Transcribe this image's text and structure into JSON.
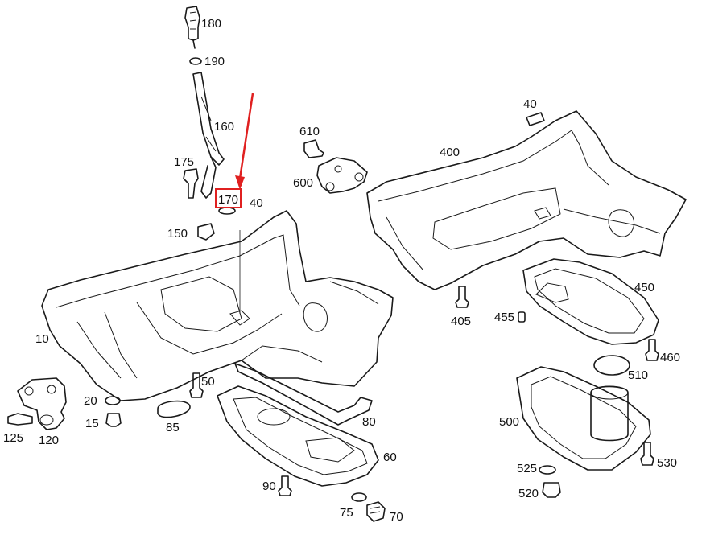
{
  "callouts": {
    "p180": "180",
    "p190": "190",
    "p160": "160",
    "p175": "175",
    "p170": "170",
    "p40a": "40",
    "p150": "150",
    "p10": "10",
    "p610": "610",
    "p600": "600",
    "p400": "400",
    "p40b": "40",
    "p450": "450",
    "p455": "455",
    "p405": "405",
    "p460": "460",
    "p510": "510",
    "p500": "500",
    "p525": "525",
    "p530": "530",
    "p520": "520",
    "p50": "50",
    "p80": "80",
    "p60": "60",
    "p90": "90",
    "p75": "75",
    "p70": "70",
    "p85": "85",
    "p20": "20",
    "p15": "15",
    "p125": "125",
    "p120": "120"
  },
  "highlight": {
    "part": "170",
    "color": "#e02020"
  }
}
